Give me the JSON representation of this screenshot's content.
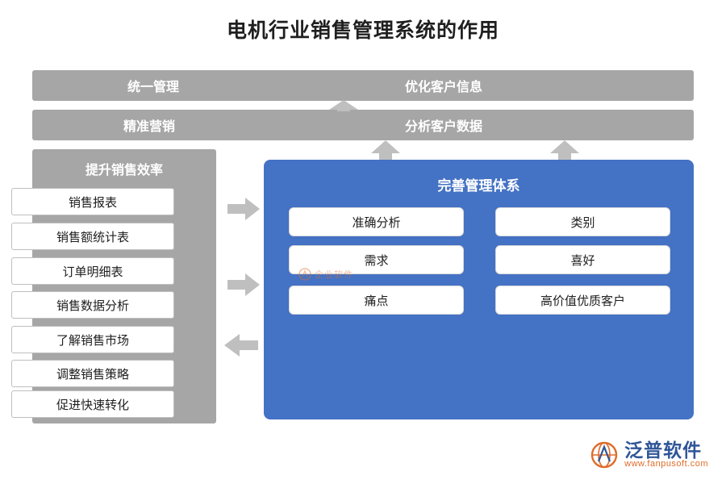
{
  "page": {
    "title": "电机行业销售管理系统的作用"
  },
  "top_bars": [
    {
      "left_label": "统一管理",
      "right_label": "优化客户信息"
    },
    {
      "left_label": "精准营销",
      "right_label": "分析客户数据"
    }
  ],
  "left_panel": {
    "title": "提升销售效率",
    "items": [
      "销售报表",
      "销售额统计表",
      "订单明细表",
      "销售数据分析",
      "了解销售市场",
      "调整销售策略",
      "促进快速转化"
    ]
  },
  "blue_panel": {
    "title": "完善管理体系",
    "left_items": [
      "准确分析",
      "需求",
      "痛点"
    ],
    "right_items": [
      "类别",
      "喜好",
      "高价值优质客户"
    ]
  },
  "watermark": {
    "center_text": "企业软件",
    "logo_name": "泛普软件",
    "logo_url": "www.fanpusoft.com"
  },
  "colors": {
    "grey": "#a6a6a6",
    "blue": "#4472c4",
    "arrow_grey": "#bfbfbf",
    "title_text": "#1f1f1f"
  }
}
